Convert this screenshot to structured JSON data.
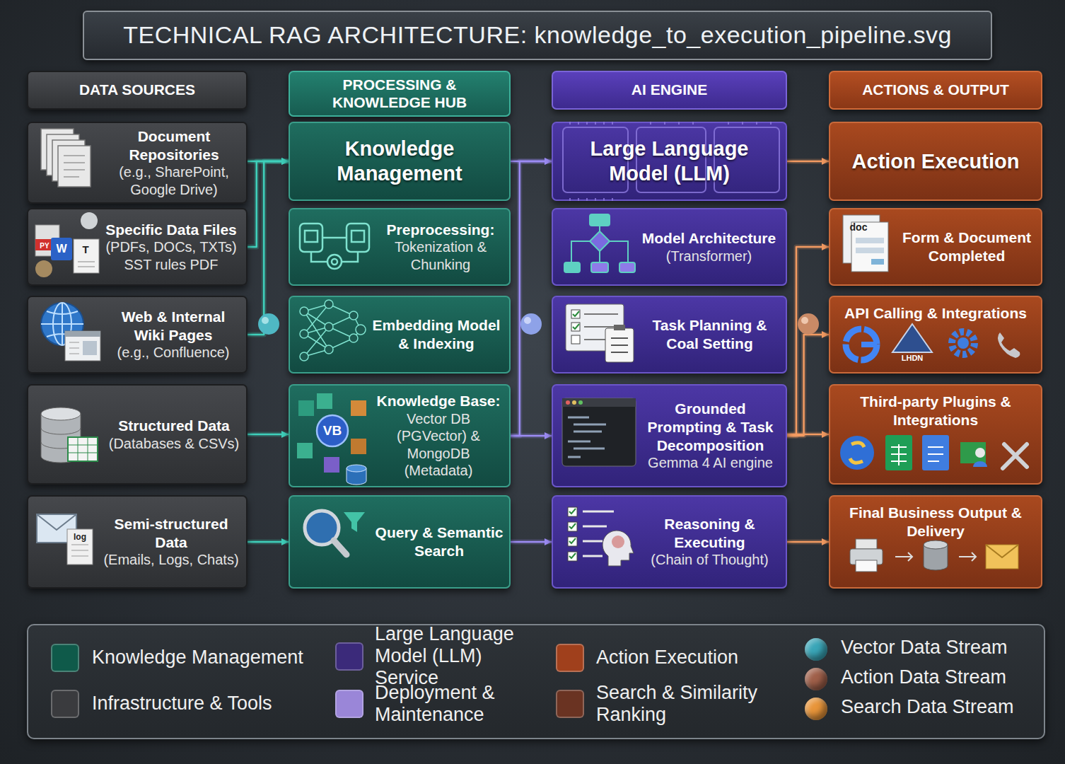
{
  "diagram": {
    "title": "TECHNICAL RAG ARCHITECTURE: knowledge_to_execution_pipeline.svg",
    "nodes": [
      {
        "text": [
          "DATA SOURCES"
        ]
      },
      {
        "text": [
          "Document Repositories",
          "(e.g., SharePoint, Google Drive)"
        ]
      },
      {
        "text": [
          "Specific Data Files",
          "(PDFs, DOCs, TXTs) SST rules PDF"
        ]
      },
      {
        "text": [
          "Web & Internal Wiki Pages",
          "(e.g., Confluence)"
        ]
      },
      {
        "text": [
          "Structured Data",
          "(Databases & CSVs)"
        ]
      },
      {
        "text": [
          "Semi-structured Data",
          "(Emails, Logs, Chats)"
        ]
      },
      {
        "text": [
          "PROCESSING & KNOWLEDGE HUB"
        ]
      },
      {
        "text": [
          "Knowledge Management"
        ]
      },
      {
        "text": [
          "Preprocessing:",
          "Tokenization & Chunking"
        ]
      },
      {
        "text": [
          "Embedding Model & Indexing"
        ]
      },
      {
        "text": [
          "Knowledge Base:",
          "Vector DB (PGVector) & MongoDB (Metadata)"
        ]
      },
      {
        "text": [
          "Query & Semantic Search"
        ]
      },
      {
        "text": [
          "AI ENGINE"
        ]
      },
      {
        "text": [
          "Large Language Model (LLM)"
        ]
      },
      {
        "text": [
          "Model Architecture",
          "(Transformer)"
        ]
      },
      {
        "text": [
          "Task Planning & Coal Setting"
        ]
      },
      {
        "text": [
          "Grounded Prompting & Task Decomposition",
          "Gemma 4 AI engine"
        ]
      },
      {
        "text": [
          "Reasoning & Executing",
          "(Chain of Thought)"
        ]
      },
      {
        "text": [
          "ACTIONS & OUTPUT"
        ]
      },
      {
        "text": [
          "Action Execution"
        ]
      },
      {
        "text": [
          "Form & Document Completed"
        ]
      },
      {
        "text": [
          "API Calling & Integrations"
        ]
      },
      {
        "text": [
          "Third-party Plugins & Integrations"
        ]
      },
      {
        "text": [
          "Final Business Output & Delivery"
        ]
      }
    ],
    "edges": [
      {
        "from": 1,
        "to": 7,
        "arrow": "to"
      },
      {
        "from": 2,
        "to": 7,
        "arrow": "to"
      },
      {
        "from": 3,
        "to": 7,
        "arrow": "to"
      },
      {
        "from": 4,
        "to": 10,
        "arrow": "to"
      },
      {
        "from": 5,
        "to": 11,
        "arrow": "to"
      },
      {
        "from": 7,
        "to": 13,
        "arrow": "to"
      },
      {
        "from": 10,
        "to": 13,
        "arrow": "to"
      },
      {
        "from": 10,
        "to": 16,
        "arrow": "to"
      },
      {
        "from": 11,
        "to": 17,
        "arrow": "to"
      },
      {
        "from": 13,
        "to": 19,
        "arrow": "to"
      },
      {
        "from": 16,
        "to": 20,
        "arrow": "to"
      },
      {
        "from": 16,
        "to": 21,
        "arrow": "to"
      },
      {
        "from": 16,
        "to": 22,
        "arrow": "to"
      },
      {
        "from": 17,
        "to": 23,
        "arrow": "to"
      }
    ],
    "labels": [
      "PY",
      "W",
      "T",
      "log",
      "VB",
      "doc",
      "LHDN"
    ],
    "legend": [
      {
        "text": "Knowledge Management",
        "color": "#0f5a4a"
      },
      {
        "text": "Infrastructure & Tools",
        "color": "#3a3b3e"
      },
      {
        "text": "Large Language Model (LLM) Service",
        "color": "#3b2a7a"
      },
      {
        "text": "Deployment & Maintenance",
        "color": "#9a86d8"
      },
      {
        "text": "Action Execution",
        "color": "#a0401c"
      },
      {
        "text": "Search & Similarity Ranking",
        "color": "#6a3322"
      },
      {
        "text": "Vector Data Stream",
        "color": "#3aa6b8"
      },
      {
        "text": "Action Data Stream",
        "color": "#a0604a"
      },
      {
        "text": "Search Data Stream",
        "color": "#e8953a"
      }
    ]
  }
}
